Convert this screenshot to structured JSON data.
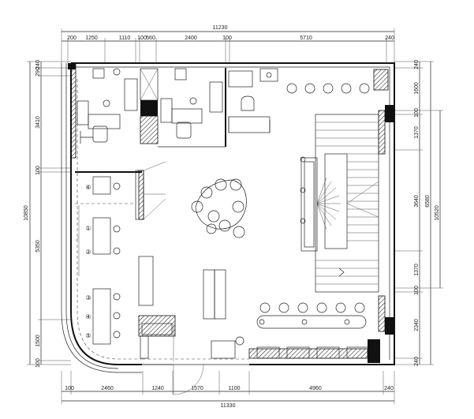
{
  "dimensions": {
    "top_total": "11230",
    "top_segments": [
      "200",
      "1250",
      "1110",
      "100",
      "560",
      "2400",
      "100",
      "5710",
      "240"
    ],
    "bottom_total": "11330",
    "bottom_segments": [
      "100",
      "2460",
      "1240",
      "1570",
      "1100",
      "4960",
      "240"
    ],
    "left_total": "10850",
    "left_segments": [
      "240",
      "290",
      "3410",
      "100",
      "5350",
      "1500",
      "100"
    ],
    "right_total": "10520",
    "right_outer": "6580",
    "right_segments": [
      "240",
      "1600",
      "100",
      "1370",
      "3640",
      "1370",
      "100",
      "2340",
      "240"
    ]
  },
  "workstations": [
    "①",
    "②",
    "③",
    "④",
    "⑤",
    "⑥"
  ]
}
